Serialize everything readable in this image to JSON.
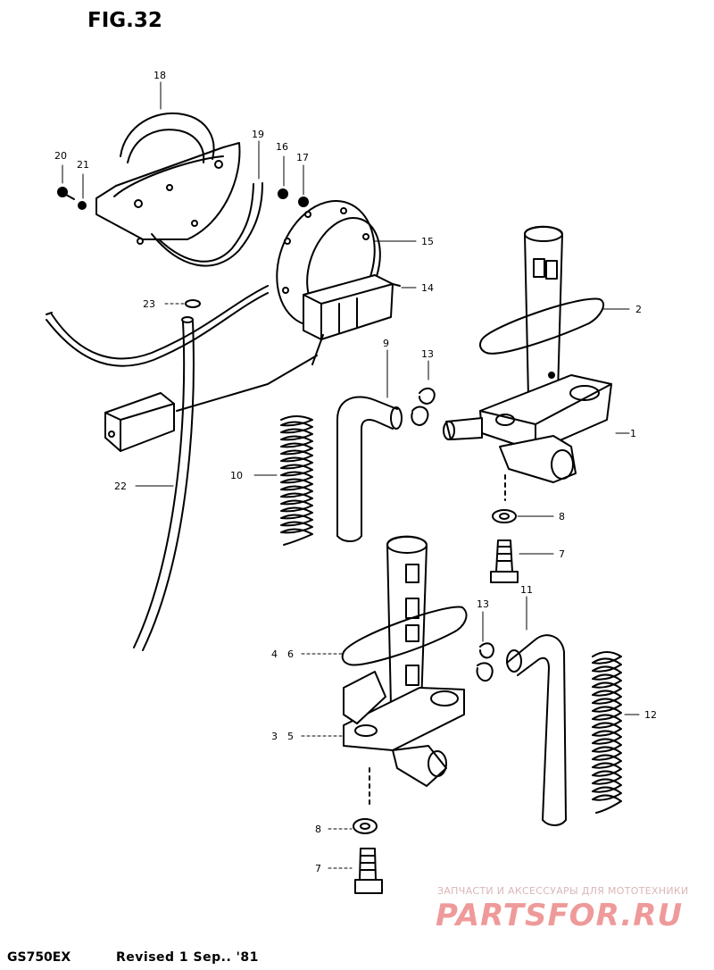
{
  "figure": {
    "title": "FIG.32"
  },
  "callouts": [
    {
      "id": "c1",
      "text": "1"
    },
    {
      "id": "c2",
      "text": "2"
    },
    {
      "id": "c3",
      "text": "3"
    },
    {
      "id": "c4",
      "text": "4"
    },
    {
      "id": "c5",
      "text": "5"
    },
    {
      "id": "c6",
      "text": "6"
    },
    {
      "id": "c7a",
      "text": "7"
    },
    {
      "id": "c7b",
      "text": "7"
    },
    {
      "id": "c8a",
      "text": "8"
    },
    {
      "id": "c8b",
      "text": "8"
    },
    {
      "id": "c9",
      "text": "9"
    },
    {
      "id": "c10",
      "text": "10"
    },
    {
      "id": "c11",
      "text": "11"
    },
    {
      "id": "c12",
      "text": "12"
    },
    {
      "id": "c13a",
      "text": "13"
    },
    {
      "id": "c13b",
      "text": "13"
    },
    {
      "id": "c14",
      "text": "14"
    },
    {
      "id": "c15",
      "text": "15"
    },
    {
      "id": "c16",
      "text": "16"
    },
    {
      "id": "c17",
      "text": "17"
    },
    {
      "id": "c18",
      "text": "18"
    },
    {
      "id": "c19",
      "text": "19"
    },
    {
      "id": "c20",
      "text": "20"
    },
    {
      "id": "c21",
      "text": "21"
    },
    {
      "id": "c22",
      "text": "22"
    },
    {
      "id": "c23",
      "text": "23"
    }
  ],
  "footer": {
    "model": "GS750EX",
    "revision": "Revised 1 Sep.. '81"
  },
  "watermark": {
    "tagline": "ЗАПЧАСТИ И АКСЕССУАРЫ ДЛЯ МОТОТЕХНИКИ",
    "logo": "PARTSFOR.RU"
  }
}
